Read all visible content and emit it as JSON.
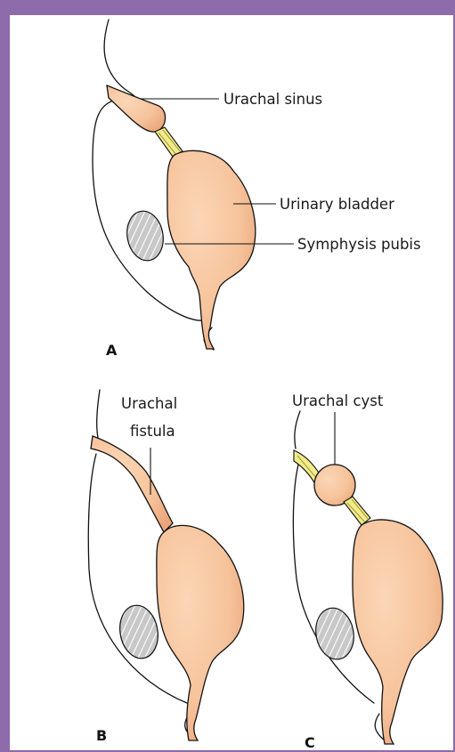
{
  "colors": {
    "frame": "#8e6bab",
    "organ_fill": "#f6c39b",
    "ligament_fill": "#f3eb8a",
    "bone_fill": "#c8c8c8"
  },
  "panels": [
    {
      "id": "A",
      "letter": "A",
      "labels": {
        "urachal_sinus": "Urachal sinus",
        "urinary_bladder": "Urinary bladder",
        "symphysis_pubis": "Symphysis pubis"
      }
    },
    {
      "id": "B",
      "letter": "B",
      "labels": {
        "urachal_fistula_line1": "Urachal",
        "urachal_fistula_line2": "fistula"
      }
    },
    {
      "id": "C",
      "letter": "C",
      "labels": {
        "urachal_cyst": "Urachal cyst"
      }
    }
  ]
}
